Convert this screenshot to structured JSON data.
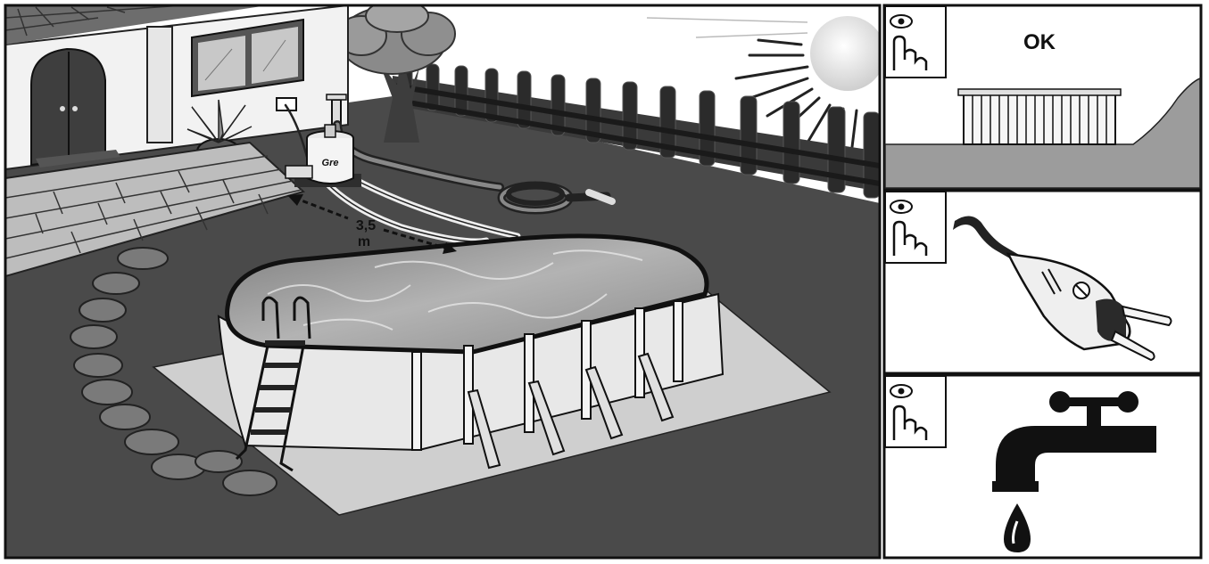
{
  "scene": {
    "distance_value": "3,5",
    "distance_unit": "m",
    "filter_brand": "Gre"
  },
  "panels": [
    {
      "caption": "OK",
      "icon": "eye-hand-icon",
      "subject": "level-ground-pool"
    },
    {
      "caption": "",
      "icon": "eye-hand-icon",
      "subject": "electrical-plug"
    },
    {
      "caption": "",
      "icon": "eye-hand-icon",
      "subject": "water-tap"
    }
  ],
  "colors": {
    "ground": "#4a4a4a",
    "sand_mat": "#cfcfcf",
    "water": "#9c9c9c",
    "fence": "#2e2e2e",
    "ink": "#111111"
  }
}
